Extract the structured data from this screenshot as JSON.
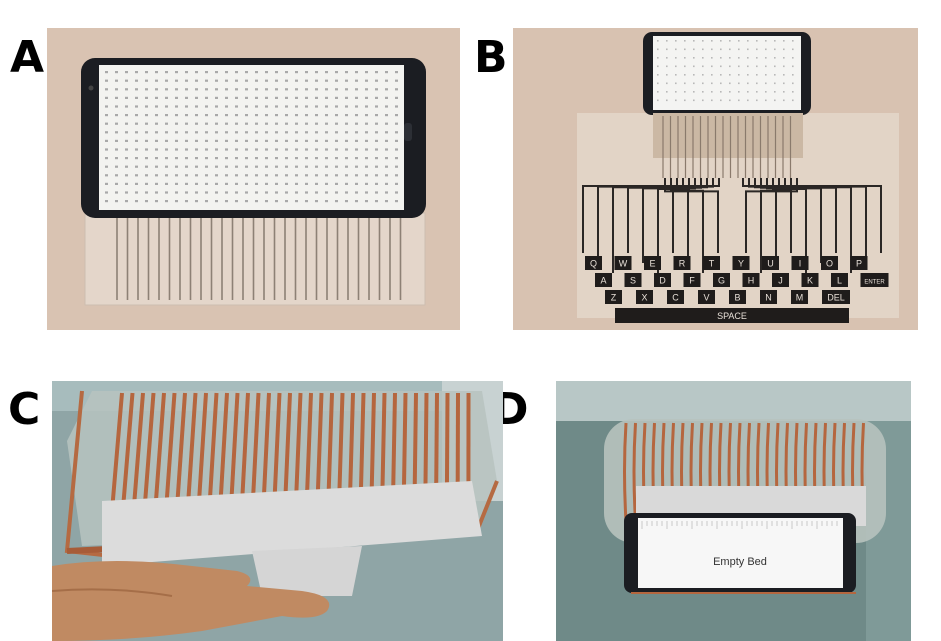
{
  "panels": {
    "a": {
      "letter": "A"
    },
    "b": {
      "letter": "B",
      "keys_row1": [
        "Q",
        "W",
        "E",
        "R",
        "T",
        "Y",
        "U",
        "I",
        "O",
        "P"
      ],
      "keys_row2": [
        "A",
        "S",
        "D",
        "F",
        "G",
        "H",
        "J",
        "K",
        "L",
        "ENTER"
      ],
      "keys_row3": [
        "Z",
        "X",
        "C",
        "V",
        "B",
        "N",
        "M",
        "DEL"
      ],
      "space_label": "SPACE"
    },
    "c": {
      "letter": "C"
    },
    "d": {
      "letter": "D",
      "screen_text": "Empty Bed"
    }
  },
  "colors": {
    "beige_background": "#d9c3b2",
    "copper": "#b5663e",
    "phone_black": "#1b1d22",
    "table_green": "#6f8a88"
  }
}
